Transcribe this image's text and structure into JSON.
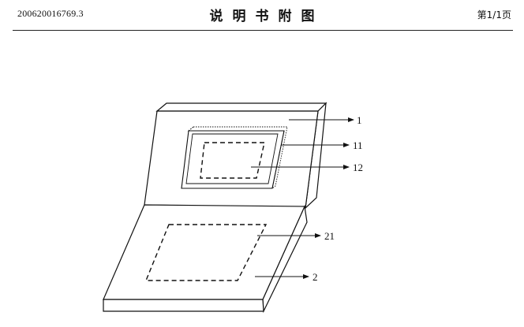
{
  "header": {
    "doc_number": "200620016769.3",
    "title": "说明书附图",
    "page_indicator": "第1/1页"
  },
  "figure": {
    "labels": {
      "lid": "1",
      "screen_frame": "11",
      "screen_area": "12",
      "base_area": "21",
      "base": "2"
    }
  }
}
